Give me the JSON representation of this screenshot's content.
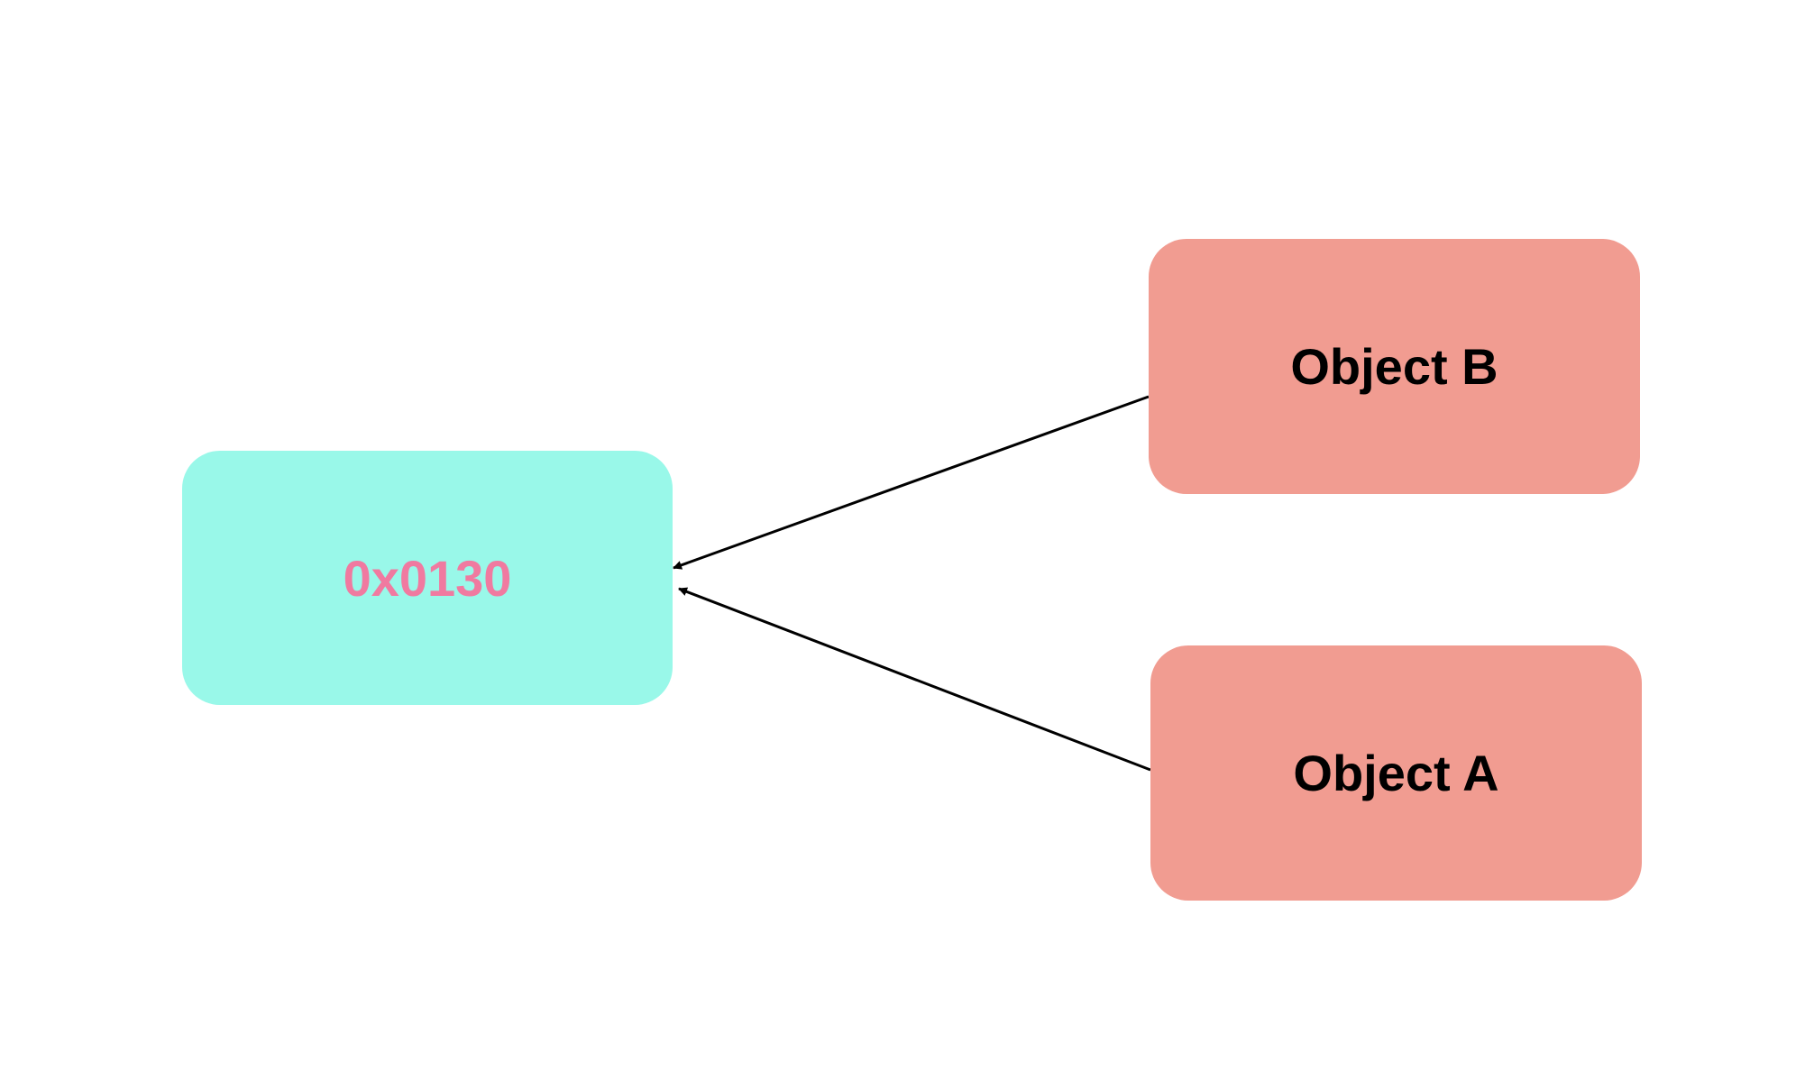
{
  "nodes": {
    "address": {
      "label": "0x0130"
    },
    "object_b": {
      "label": "Object B"
    },
    "object_a": {
      "label": "Object A"
    }
  },
  "edges": [
    {
      "from": "Object B",
      "to": "0x0130"
    },
    {
      "from": "Object A",
      "to": "0x0130"
    }
  ],
  "colors": {
    "address_fill": "#99f8e9",
    "address_text": "#f07aa0",
    "object_fill": "#f19c91",
    "object_text": "#000000",
    "arrow": "#000000"
  }
}
